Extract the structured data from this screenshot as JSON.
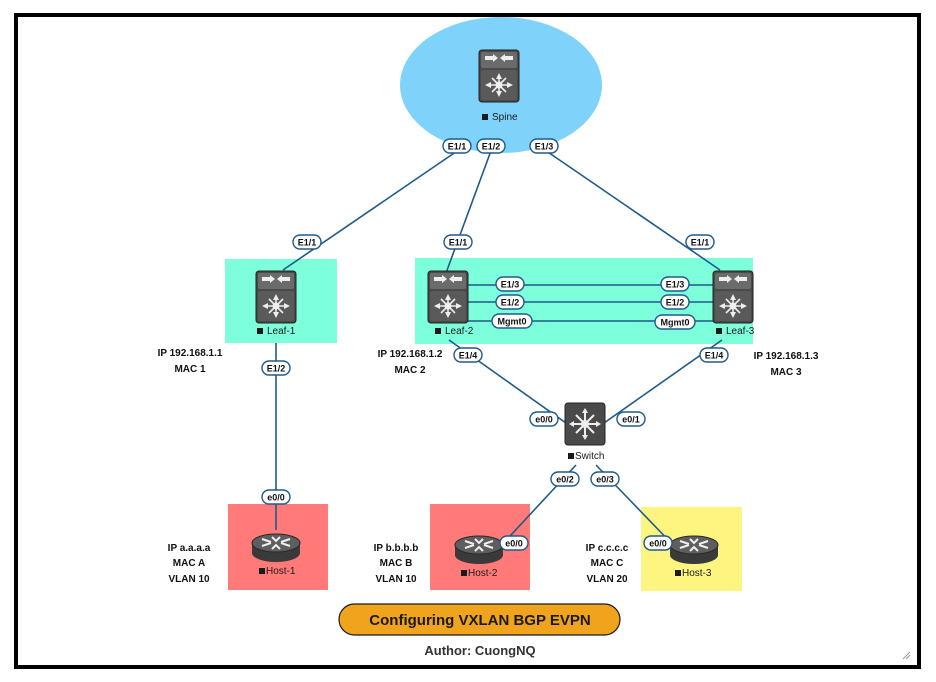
{
  "diagram": {
    "title": "Configuring VXLAN BGP EVPN",
    "author": "Author: CuongNQ",
    "colors": {
      "spine_ellipse": "#7fd3fb",
      "leaf_box": "#7dffdc",
      "host_red": "#ff7a78",
      "host_yellow": "#fdf580",
      "link": "#1e5a8a",
      "title_pill": "#f0a31c"
    },
    "nodes": {
      "spine": "Spine",
      "leaf1": "Leaf-1",
      "leaf2": "Leaf-2",
      "leaf3": "Leaf-3",
      "switch": "Switch",
      "host1": "Host-1",
      "host2": "Host-2",
      "host3": "Host-3"
    },
    "ports": {
      "spine_e11": "E1/1",
      "spine_e12": "E1/2",
      "spine_e13": "E1/3",
      "leaf1_e11": "E1/1",
      "leaf1_e12": "E1/2",
      "leaf2_e11": "E1/1",
      "leaf2_e13": "E1/3",
      "leaf2_e12": "E1/2",
      "leaf2_mgmt": "Mgmt0",
      "leaf2_e14": "E1/4",
      "leaf3_e11": "E1/1",
      "leaf3_e13": "E1/3",
      "leaf3_e12": "E1/2",
      "leaf3_mgmt": "Mgmt0",
      "leaf3_e14": "E1/4",
      "sw_e00": "e0/0",
      "sw_e01": "e0/1",
      "sw_e02": "e0/2",
      "sw_e03": "e0/3",
      "host1_e00": "e0/0",
      "host2_e00": "e0/0",
      "host3_e00": "e0/0"
    },
    "info": {
      "leaf1_ip": "IP 192.168.1.1",
      "leaf1_mac": "MAC 1",
      "leaf2_ip": "IP 192.168.1.2",
      "leaf2_mac": "MAC 2",
      "leaf3_ip": "IP 192.168.1.3",
      "leaf3_mac": "MAC 3",
      "host1_ip": "IP a.a.a.a",
      "host1_mac": "MAC A",
      "host1_vlan": "VLAN 10",
      "host2_ip": "IP b.b.b.b",
      "host2_mac": "MAC B",
      "host2_vlan": "VLAN 10",
      "host3_ip": "IP c.c.c.c",
      "host3_mac": "MAC C",
      "host3_vlan": "VLAN 20"
    }
  }
}
